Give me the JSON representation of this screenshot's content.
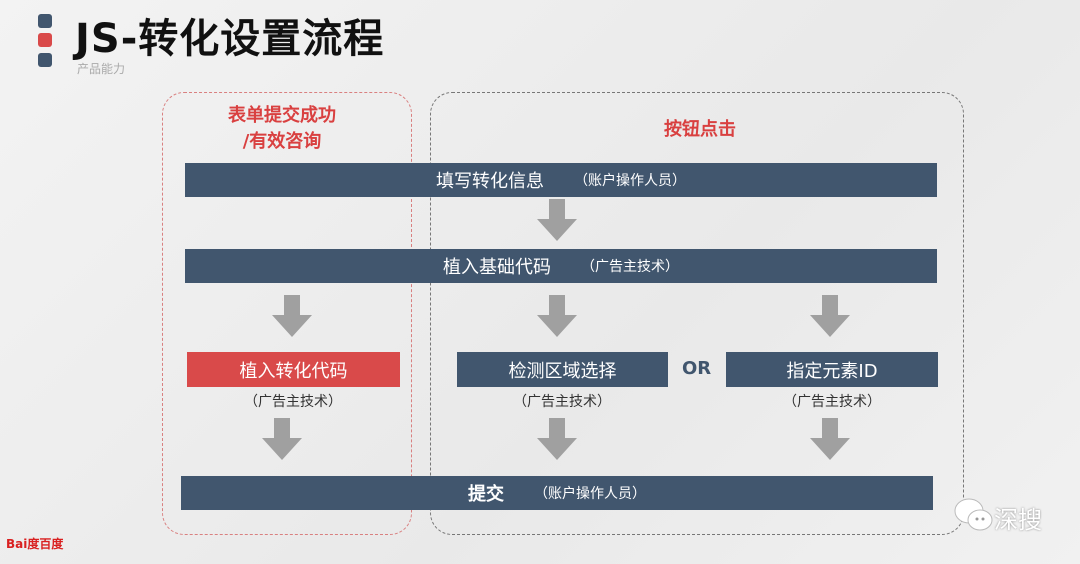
{
  "title": "JS-转化设置流程",
  "subtitle": "产品能力",
  "left_header_1": "表单提交成功",
  "left_header_2": "/有效咨询",
  "right_header": "按钮点击",
  "step1": {
    "label": "填写转化信息",
    "note": "（账户操作人员）"
  },
  "step2": {
    "label": "植入基础代码",
    "note": "（广告主技术）"
  },
  "branch_left": {
    "label": "植入转化代码",
    "note": "（广告主技术）"
  },
  "branch_mid": {
    "label": "检测区域选择",
    "note": "（广告主技术）"
  },
  "or": "OR",
  "branch_right": {
    "label": "指定元素ID",
    "note": "（广告主技术）"
  },
  "step_final": {
    "label": "提交",
    "note": "（账户操作人员）"
  },
  "logo": "Bai度百度",
  "watermark": "深搜",
  "colors": {
    "bar": "#41566e",
    "red": "#d94a4a",
    "arrow": "#a0a0a0"
  }
}
